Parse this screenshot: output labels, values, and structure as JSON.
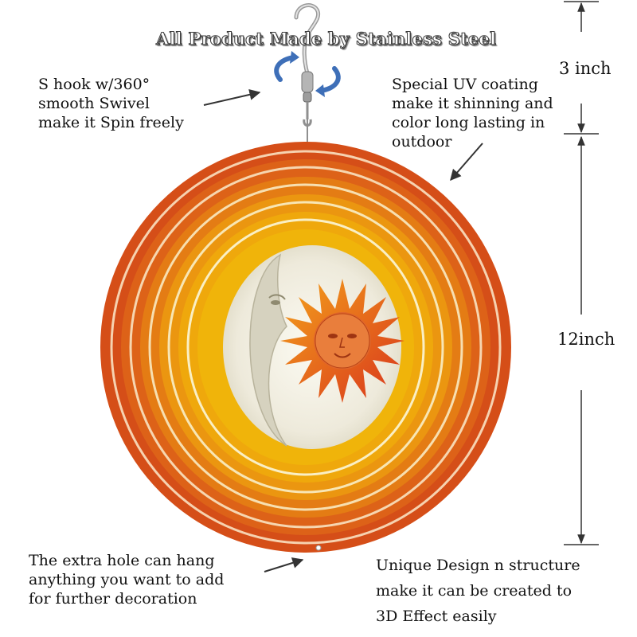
{
  "title": "All Product Made by Stainless Steel",
  "captions": {
    "hook": "S hook w/360°\nsmooth Swivel\nmake it Spin freely",
    "uv": "Special UV coating\nmake it shinning and\ncolor long lasting in\noutdoor",
    "hole": "The extra hole can hang\nanything you want to add\nfor further decoration",
    "design": "Unique Design n structure\nmake it can be created to\n3D Effect easily"
  },
  "dimensions": {
    "hook_height": "3 inch",
    "spinner_height": "12inch"
  },
  "colors": {
    "outer_ring": "#d9541a",
    "inner_ring": "#f0a400",
    "core": "#f2f0e4",
    "sun": "#e8401c",
    "sun_rays": "#f7a21a",
    "moon": "#d9d6c4"
  },
  "icons": [
    "s-hook-icon",
    "swivel-rotate-arrows-icon",
    "sun-face-icon",
    "moon-face-icon"
  ]
}
